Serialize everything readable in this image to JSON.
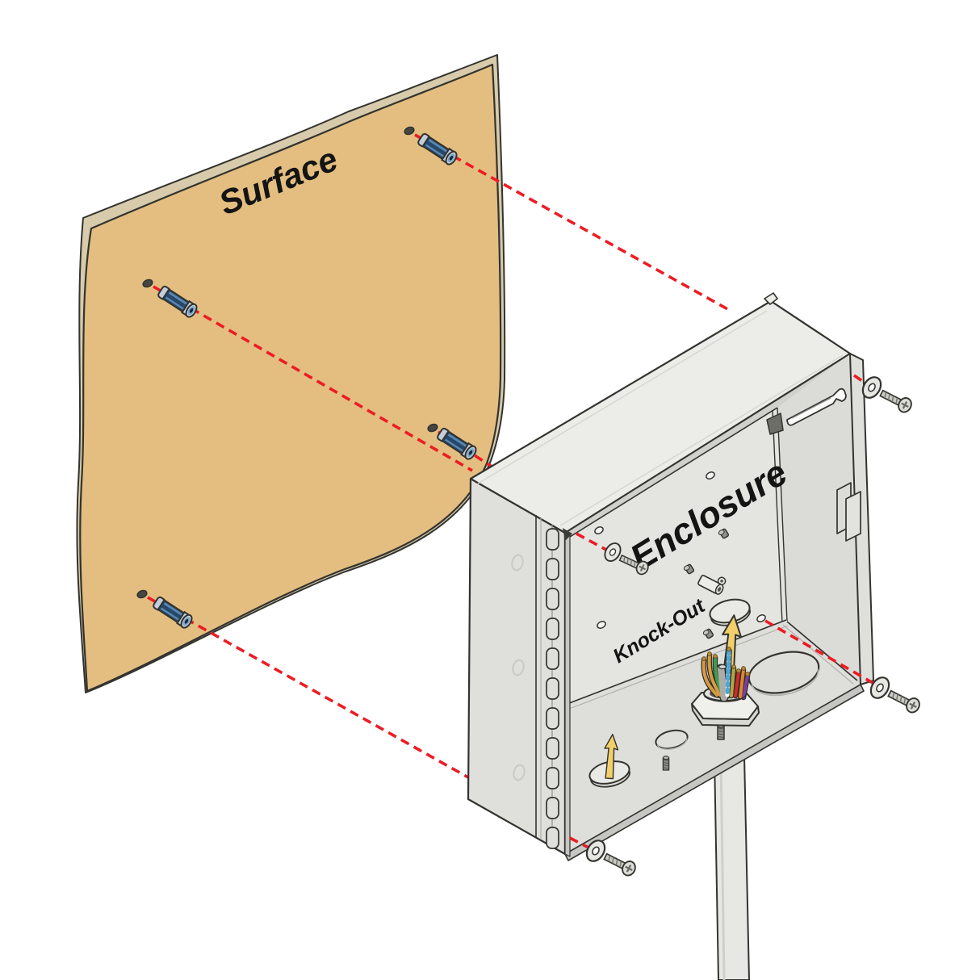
{
  "diagram": {
    "type": "enclosure-surface-mounting-installation-diagram",
    "labels": {
      "surface": "Surface",
      "enclosure": "Enclosure",
      "knockout": "Knock-Out"
    },
    "colors": {
      "background": "#FFFFFF",
      "outline": "#33332F",
      "panel_face": "#E3BE80",
      "panel_edge": "#D7CBAB",
      "red_line": "#EC1C24",
      "enclosure_top": "#ECECE8",
      "enclosure_left": "#DFDFDB",
      "enclosure_back": "#E4E4E0",
      "enclosure_right": "#DBDBD7",
      "enclosure_shelf": "#DEDEDA",
      "enclosure_rim": "#C6C6C2",
      "arrow_yellow": "#F2CF6A",
      "anchor_dark": "#25486B",
      "anchor_mid": "#5A87B0",
      "anchor_light": "#C4CEDA",
      "anchor_ring": "#7BA7C9",
      "screw_metal": "#C9C9C5",
      "screw_head": "#DCDCD8",
      "washer_metal": "#E6E6E2",
      "pipe": "#E7E7E3",
      "hole_fill": "#F4F4F2",
      "hole_dark": "#454541",
      "stud_gray": "#8F8F8B",
      "hex_fitting": "#EFEFEB",
      "fitting_dark": "#55504A",
      "latch_white": "#FAFAF8",
      "wire_orange": "#D79A43",
      "wire_green": "#3F9E4D",
      "wire_blue": "#4AA8D8",
      "wire_gray": "#ACACA8",
      "wire_red": "#CE2B2B",
      "wire_orange2": "#DE8430",
      "wire_purple": "#7E3F9E",
      "wire_olive": "#B5A642",
      "brass": "#B98A3C"
    }
  }
}
